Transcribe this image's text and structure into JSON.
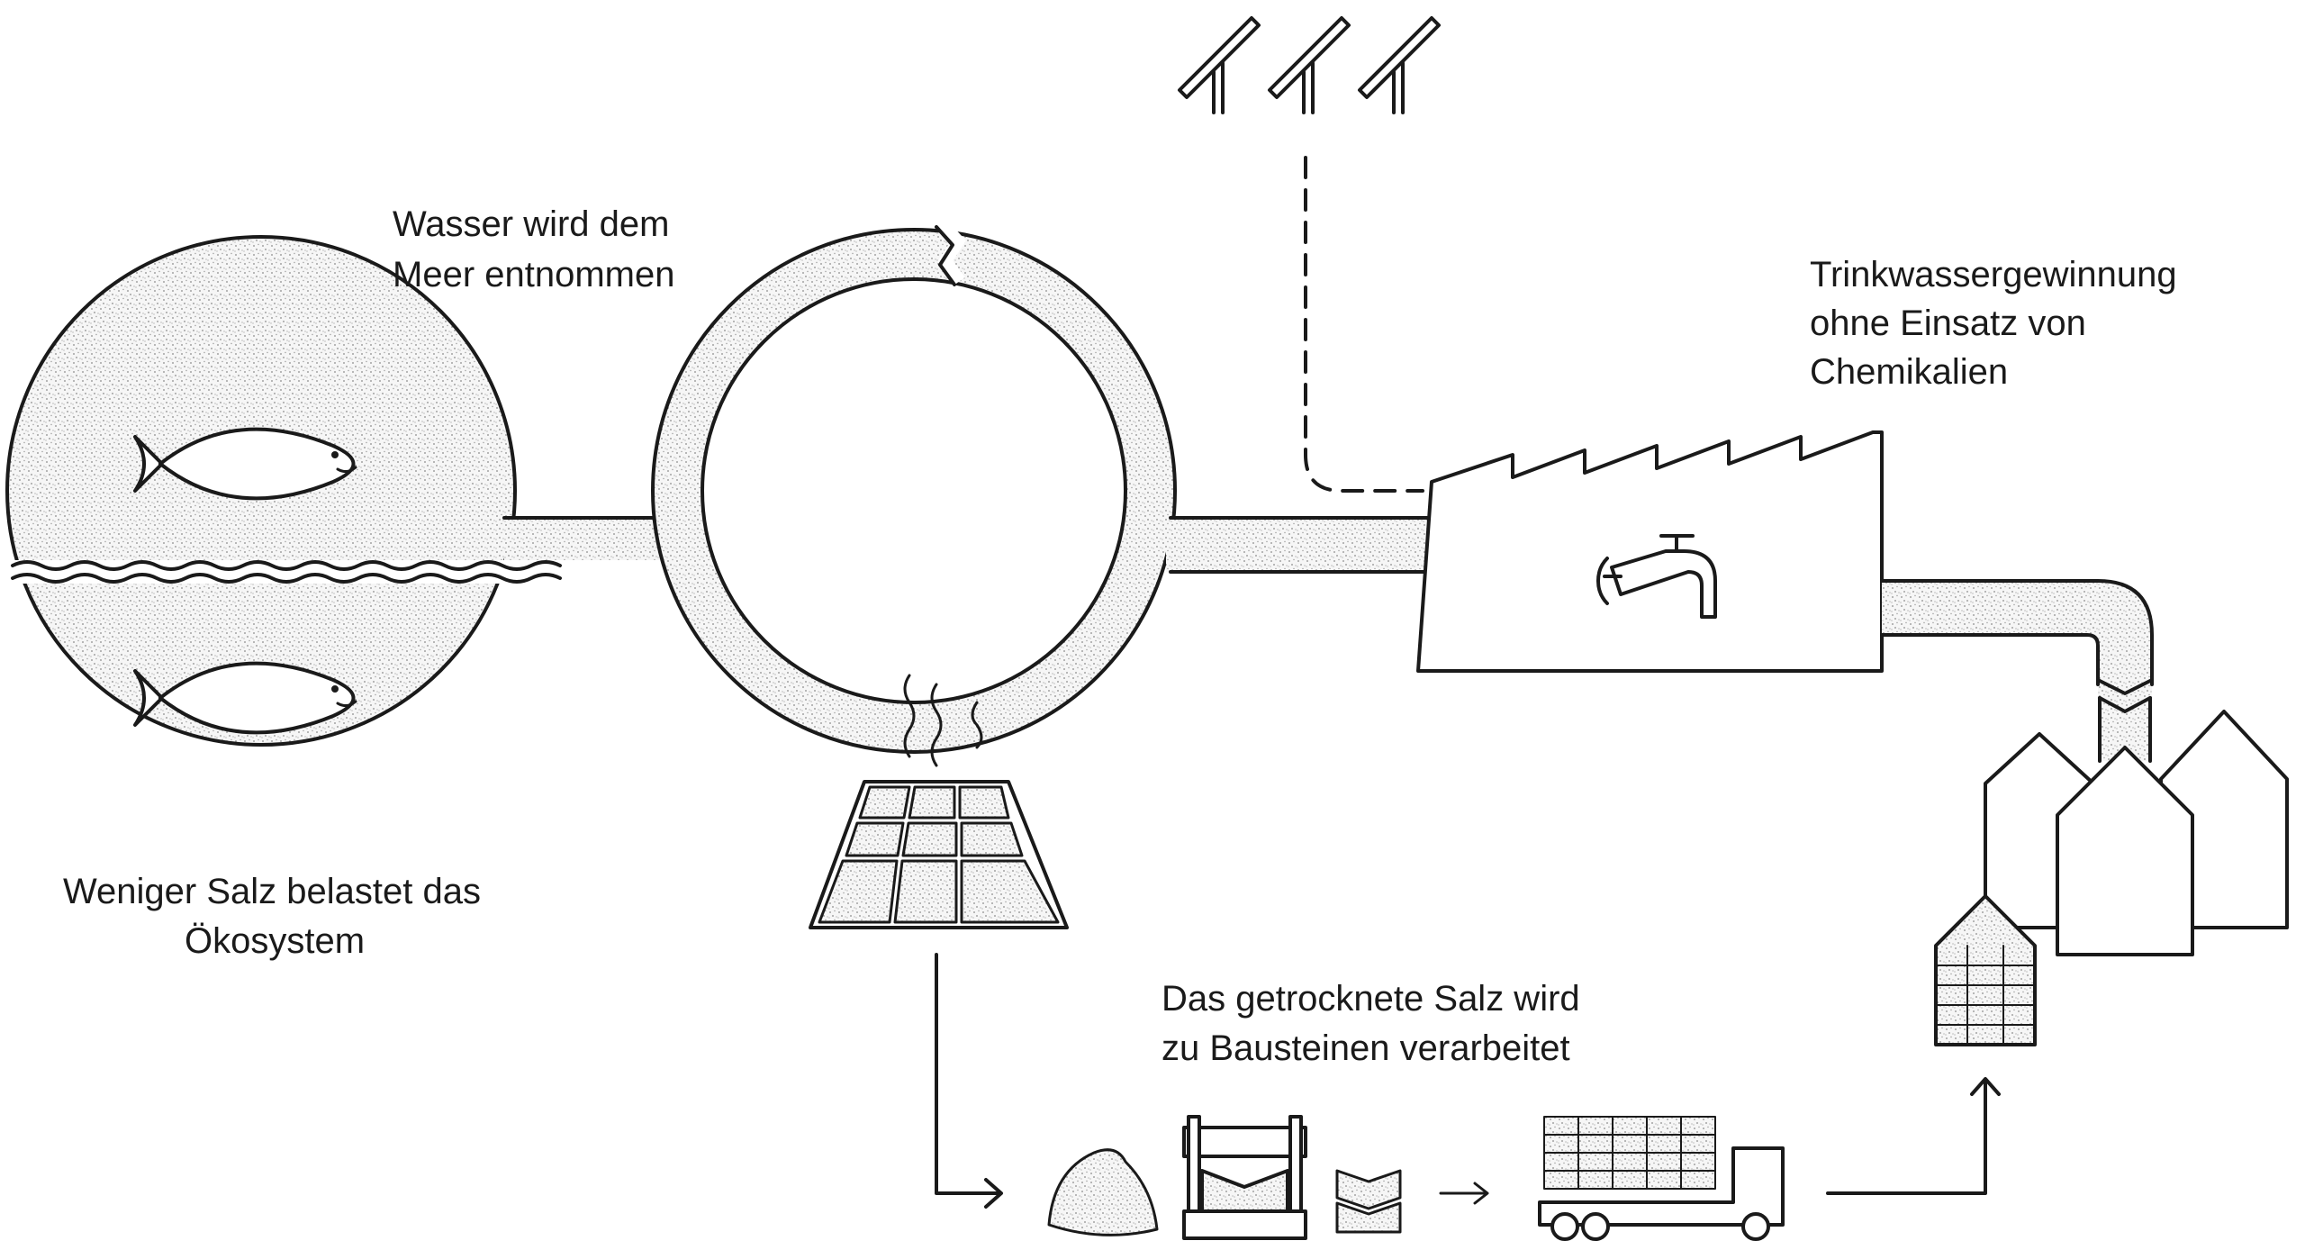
{
  "labels": {
    "water_intake": [
      "Wasser wird dem",
      "Meer entnommen"
    ],
    "drinking_water": [
      "Trinkwassergewinnung",
      "ohne Einsatz von",
      "Chemikalien"
    ],
    "ecosystem": [
      "Weniger Salz belastet das",
      "Ökosystem"
    ],
    "salt_bricks": [
      "Das getrocknete Salz wird",
      "zu Bausteinen verarbeitet"
    ]
  },
  "colors": {
    "ink": "#1a1a1a",
    "fill": "#ffffff",
    "stipple": "#9a9a9a"
  }
}
